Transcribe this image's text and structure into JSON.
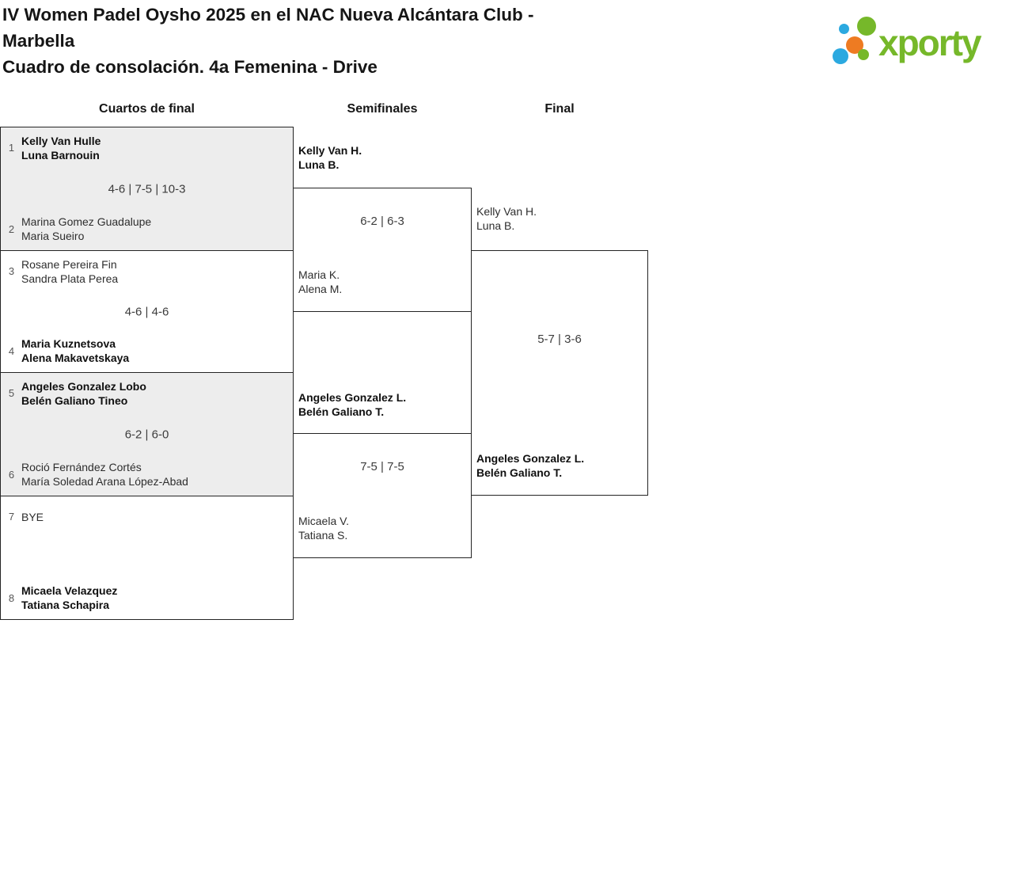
{
  "header": {
    "title_line1": "IV Women Padel Oysho 2025 en el NAC Nueva Alcántara Club -",
    "title_line2": "Marbella",
    "subtitle": "Cuadro de consolación. 4a Femenina - Drive"
  },
  "logo": {
    "wordmark": "xporty",
    "colors": {
      "green": "#76B82A",
      "blue": "#2BA9E0",
      "orange": "#EE7B22"
    }
  },
  "rounds": {
    "quarterfinals": "Cuartos de final",
    "semifinals": "Semifinales",
    "final": "Final"
  },
  "quarterfinals": [
    {
      "seed_top": "1",
      "top_p1": "Kelly Van Hulle",
      "top_p2": "Luna Barnouin",
      "score": "4-6 | 7-5 | 10-3",
      "seed_bottom": "2",
      "bottom_p1": "Marina Gomez Guadalupe",
      "bottom_p2": "Maria Sueiro"
    },
    {
      "seed_top": "3",
      "top_p1": "Rosane Pereira Fin",
      "top_p2": "Sandra Plata Perea",
      "score": "4-6 | 4-6",
      "seed_bottom": "4",
      "bottom_p1": "Maria Kuznetsova",
      "bottom_p2": "Alena Makavetskaya"
    },
    {
      "seed_top": "5",
      "top_p1": "Angeles Gonzalez Lobo",
      "top_p2": "Belén Galiano Tineo",
      "score": "6-2 | 6-0",
      "seed_bottom": "6",
      "bottom_p1": "Roció Fernández Cortés",
      "bottom_p2": "María Soledad Arana López-Abad"
    },
    {
      "seed_top": "7",
      "top_p1": "BYE",
      "top_p2": "",
      "score": "",
      "seed_bottom": "8",
      "bottom_p1": "Micaela Velazquez",
      "bottom_p2": "Tatiana Schapira"
    }
  ],
  "semifinals": [
    {
      "top_p1": "Kelly Van H.",
      "top_p2": "Luna B.",
      "score": "6-2 | 6-3",
      "bottom_p1": "Maria K.",
      "bottom_p2": "Alena M."
    },
    {
      "top_p1": "Angeles Gonzalez L.",
      "top_p2": "Belén Galiano T.",
      "score": "7-5 | 7-5",
      "bottom_p1": "Micaela V.",
      "bottom_p2": "Tatiana S."
    }
  ],
  "final": {
    "top_p1": "Kelly Van H.",
    "top_p2": "Luna B.",
    "score": "5-7 | 3-6",
    "bottom_p1": "Angeles Gonzalez L.",
    "bottom_p2": "Belén Galiano T."
  }
}
